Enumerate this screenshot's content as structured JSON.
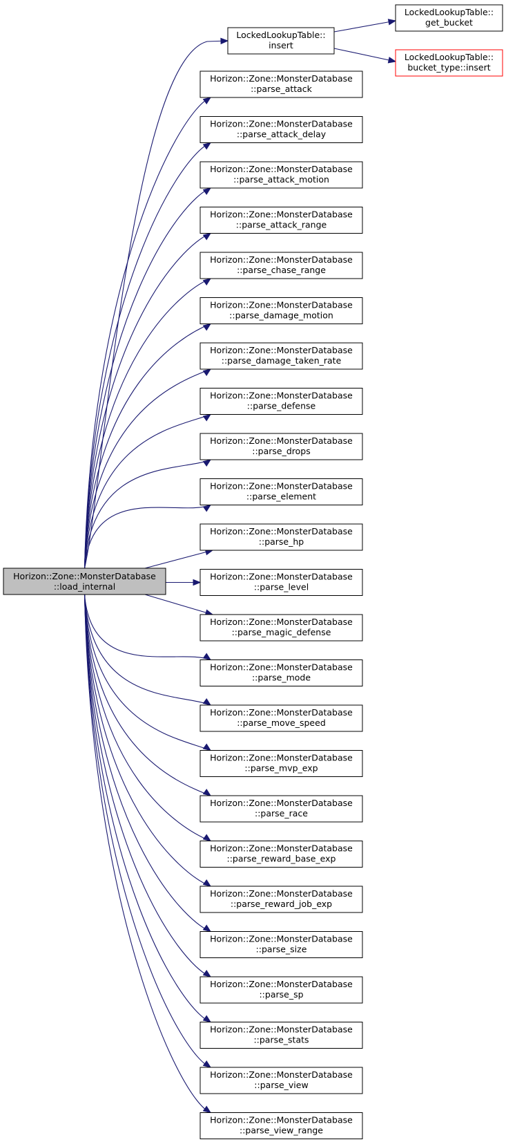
{
  "root": {
    "line1": "Horizon::Zone::MonsterDatabase",
    "line2": "::load_internal"
  },
  "insert": {
    "line1": "LockedLookupTable::",
    "line2": "insert"
  },
  "insert_callees": [
    {
      "line1": "LockedLookupTable::",
      "line2": "get_bucket",
      "red": false
    },
    {
      "line1": "LockedLookupTable::",
      "line2": "bucket_type::insert",
      "red": true
    }
  ],
  "callees": [
    {
      "line1": "Horizon::Zone::MonsterDatabase",
      "line2": "::parse_attack"
    },
    {
      "line1": "Horizon::Zone::MonsterDatabase",
      "line2": "::parse_attack_delay"
    },
    {
      "line1": "Horizon::Zone::MonsterDatabase",
      "line2": "::parse_attack_motion"
    },
    {
      "line1": "Horizon::Zone::MonsterDatabase",
      "line2": "::parse_attack_range"
    },
    {
      "line1": "Horizon::Zone::MonsterDatabase",
      "line2": "::parse_chase_range"
    },
    {
      "line1": "Horizon::Zone::MonsterDatabase",
      "line2": "::parse_damage_motion"
    },
    {
      "line1": "Horizon::Zone::MonsterDatabase",
      "line2": "::parse_damage_taken_rate"
    },
    {
      "line1": "Horizon::Zone::MonsterDatabase",
      "line2": "::parse_defense"
    },
    {
      "line1": "Horizon::Zone::MonsterDatabase",
      "line2": "::parse_drops"
    },
    {
      "line1": "Horizon::Zone::MonsterDatabase",
      "line2": "::parse_element"
    },
    {
      "line1": "Horizon::Zone::MonsterDatabase",
      "line2": "::parse_hp"
    },
    {
      "line1": "Horizon::Zone::MonsterDatabase",
      "line2": "::parse_level"
    },
    {
      "line1": "Horizon::Zone::MonsterDatabase",
      "line2": "::parse_magic_defense"
    },
    {
      "line1": "Horizon::Zone::MonsterDatabase",
      "line2": "::parse_mode"
    },
    {
      "line1": "Horizon::Zone::MonsterDatabase",
      "line2": "::parse_move_speed"
    },
    {
      "line1": "Horizon::Zone::MonsterDatabase",
      "line2": "::parse_mvp_exp"
    },
    {
      "line1": "Horizon::Zone::MonsterDatabase",
      "line2": "::parse_race"
    },
    {
      "line1": "Horizon::Zone::MonsterDatabase",
      "line2": "::parse_reward_base_exp"
    },
    {
      "line1": "Horizon::Zone::MonsterDatabase",
      "line2": "::parse_reward_job_exp"
    },
    {
      "line1": "Horizon::Zone::MonsterDatabase",
      "line2": "::parse_size"
    },
    {
      "line1": "Horizon::Zone::MonsterDatabase",
      "line2": "::parse_sp"
    },
    {
      "line1": "Horizon::Zone::MonsterDatabase",
      "line2": "::parse_stats"
    },
    {
      "line1": "Horizon::Zone::MonsterDatabase",
      "line2": "::parse_view"
    },
    {
      "line1": "Horizon::Zone::MonsterDatabase",
      "line2": "::parse_view_range"
    }
  ],
  "colors": {
    "edge": "#191970",
    "root_fill": "#bfbfbf",
    "node_border": "#000000",
    "incomplete_border": "#ff0000"
  }
}
